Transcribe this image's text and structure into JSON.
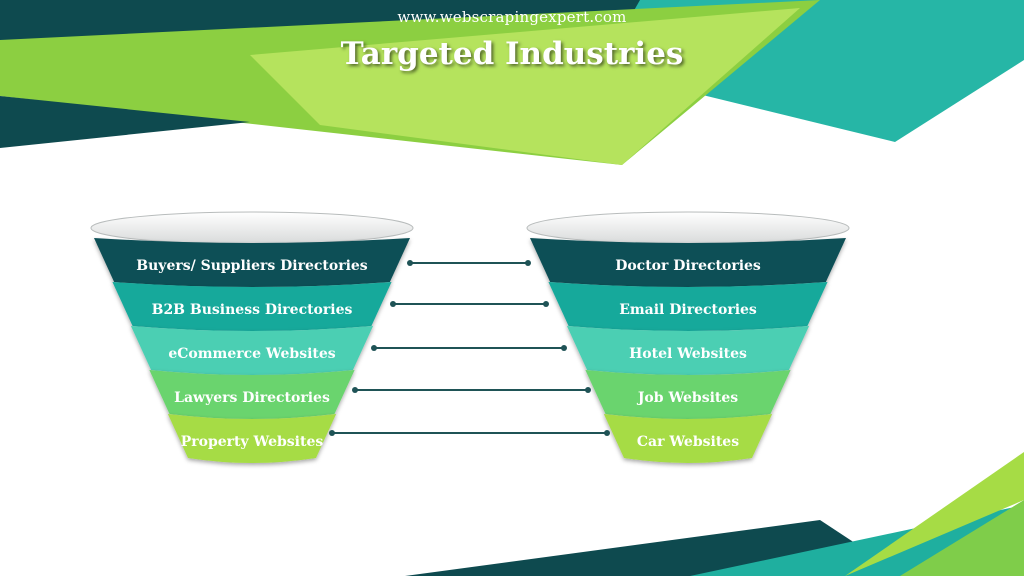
{
  "site_url": "www.webscrapingexpert.com",
  "title": "Targeted Industries",
  "colors": {
    "dark_teal": "#0f4f56",
    "teal": "#13a99b",
    "mint": "#4ccfb3",
    "light_green": "#6ad46e",
    "lime": "#a6dc45",
    "connector": "#1f5356"
  },
  "left_funnel": {
    "items": [
      {
        "label": "Buyers/ Suppliers Directories"
      },
      {
        "label": "B2B Business Directories"
      },
      {
        "label": "eCommerce Websites"
      },
      {
        "label": "Lawyers Directories"
      },
      {
        "label": "Property Websites"
      }
    ]
  },
  "right_funnel": {
    "items": [
      {
        "label": "Doctor Directories"
      },
      {
        "label": "Email Directories"
      },
      {
        "label": "Hotel Websites"
      },
      {
        "label": "Job Websites"
      },
      {
        "label": "Car Websites"
      }
    ]
  }
}
